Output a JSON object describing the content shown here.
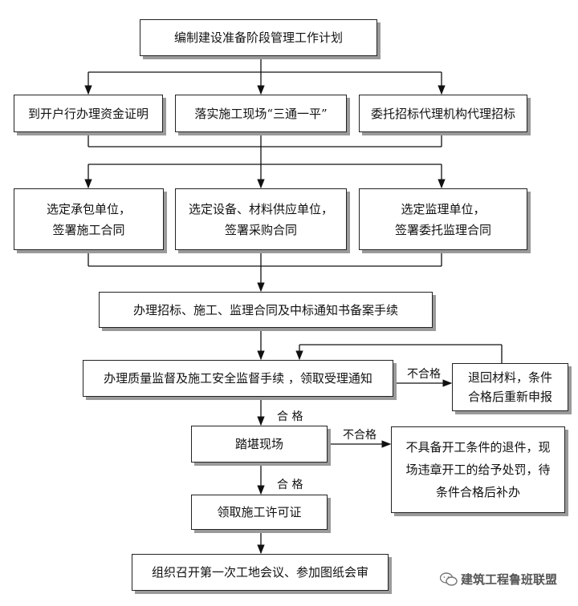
{
  "nodes": {
    "plan": "编制建设准备阶段管理工作计划",
    "fund": "到开户行办理资金证明",
    "site": "落实施工现场“三通一平”",
    "agent": "委托招标代理机构代理招标",
    "contractor": [
      "选定承包单位，",
      "签署施工合同"
    ],
    "supplier": [
      "选定设备、材料供应单位，",
      "签署采购合同"
    ],
    "supervisor": [
      "选定监理单位，",
      "签署委托监理合同"
    ],
    "filing": "办理招标、施工、监理合同及中标通知书备案手续",
    "quality": "办理质量监督及施工安全监督手续 ，领取受理通知",
    "return": [
      "退回材料，条件",
      "合格后重新申报"
    ],
    "survey": "踏堪现场",
    "penalty": [
      "不具备开工条件的退件，现",
      "场违章开工的给予处罚，待",
      "条件合格后补办"
    ],
    "permit": "领取施工许可证",
    "meeting": "组织召开第一次工地会议、参加图纸会审"
  },
  "labels": {
    "fail1": "不合格",
    "pass1": "合 格",
    "fail2": "不合格",
    "pass2": "合 格"
  },
  "watermark": {
    "text": "建筑工程鲁班联盟",
    "icon": "wechat-icon"
  }
}
